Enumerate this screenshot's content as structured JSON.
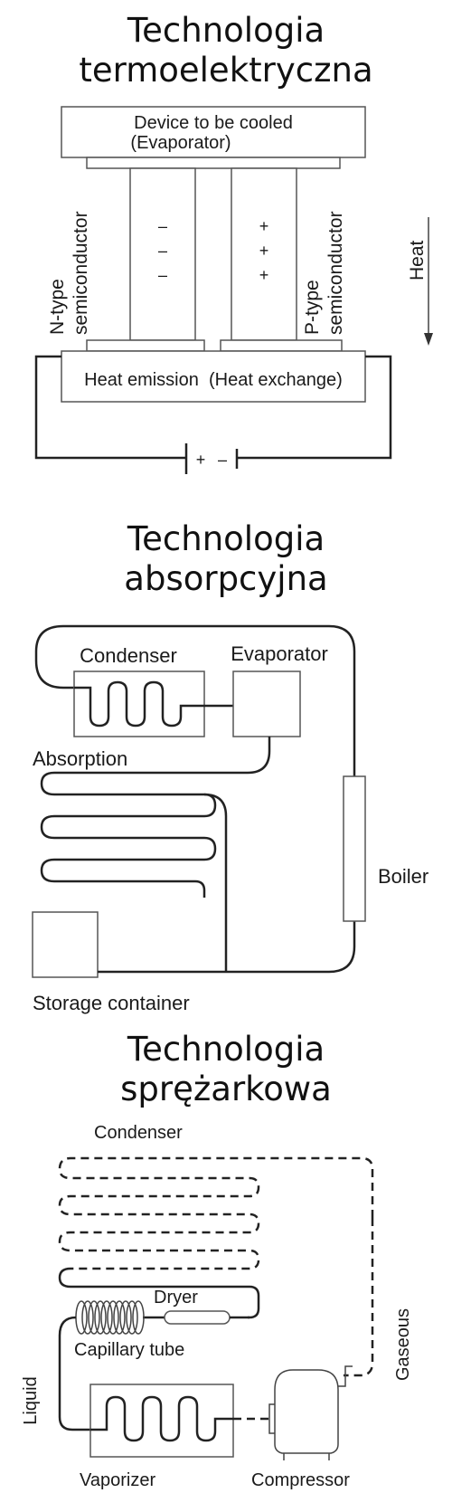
{
  "sections": {
    "thermo": {
      "title_line1": "Technologia",
      "title_line2": "termoelektryczna",
      "device_line1": "Device to be cooled",
      "device_line2": "(Evaporator)",
      "n_type_line1": "N-type",
      "n_type_line2": "semiconductor",
      "p_type_line1": "P-type",
      "p_type_line2": "semiconductor",
      "n_signs": [
        "–",
        "–",
        "–"
      ],
      "p_signs": [
        "+",
        "+",
        "+"
      ],
      "heat_emission": "Heat emission  (Heat exchange)",
      "heat_label": "Heat",
      "battery_plus": "+",
      "battery_minus": "–"
    },
    "absorption": {
      "title_line1": "Technologia",
      "title_line2": "absorpcyjna",
      "condenser": "Condenser",
      "evaporator": "Evaporator",
      "absorption": "Absorption",
      "boiler": "Boiler",
      "storage": "Storage container"
    },
    "compressor": {
      "title_line1": "Technologia",
      "title_line2": "sprężarkowa",
      "condenser": "Condenser",
      "dryer": "Dryer",
      "capillary": "Capillary tube",
      "gaseous": "Gaseous",
      "liquid": "Liquid",
      "vaporizer": "Vaporizer",
      "compressor": "Compressor"
    }
  }
}
